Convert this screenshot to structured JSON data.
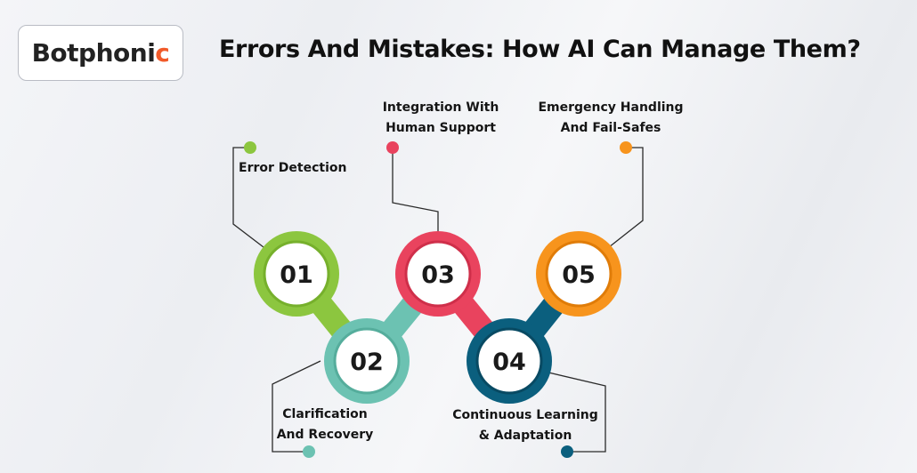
{
  "logo": {
    "text_main": "Botphoni",
    "text_accent": "c"
  },
  "title": "Errors And Mistakes: How AI Can Manage Them?",
  "steps": [
    {
      "number": "01",
      "label_line1": "Error Detection",
      "label_line2": "",
      "color": "#8cc63f"
    },
    {
      "number": "02",
      "label_line1": "Clarification",
      "label_line2": "And Recovery",
      "color": "#6cc2b2"
    },
    {
      "number": "03",
      "label_line1": "Integration With",
      "label_line2": "Human Support",
      "color": "#e9435e"
    },
    {
      "number": "04",
      "label_line1": "Continuous Learning",
      "label_line2": "& Adaptation",
      "color": "#0b5f7e"
    },
    {
      "number": "05",
      "label_line1": "Emergency Handling",
      "label_line2": "And Fail-Safes",
      "color": "#f7941d"
    }
  ]
}
